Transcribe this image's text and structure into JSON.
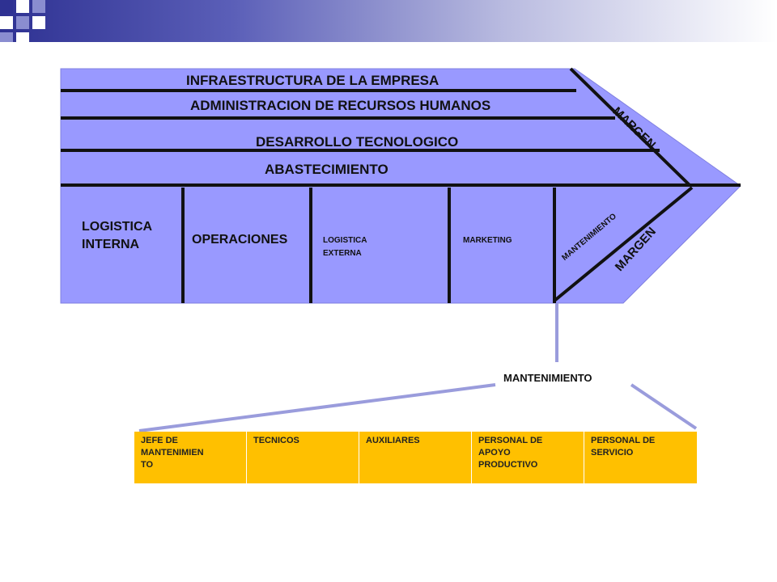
{
  "support_activities": [
    "INFRAESTRUCTURA DE LA EMPRESA",
    "ADMINISTRACION DE RECURSOS HUMANOS",
    "DESARROLLO TECNOLOGICO",
    "ABASTECIMIENTO"
  ],
  "primary_activities": {
    "logistica_interna_line1": "LOGISTICA",
    "logistica_interna_line2": "INTERNA",
    "operaciones": "OPERACIONES",
    "logistica_externa_line1": "LOGISTICA",
    "logistica_externa_line2": "EXTERNA",
    "marketing": "MARKETING",
    "mantenimiento": "MANTENIMIENTO"
  },
  "margin_labels": {
    "top": "MARGEN",
    "bottom": "MARGEN"
  },
  "detail": {
    "title": "MANTENIMIENTO",
    "cells": [
      {
        "lines": [
          "JEFE DE",
          "MANTENIMIEN",
          "TO"
        ]
      },
      {
        "lines": [
          "TECNICOS"
        ]
      },
      {
        "lines": [
          "AUXILIARES"
        ]
      },
      {
        "lines": [
          "PERSONAL DE",
          "APOYO",
          "PRODUCTIVO"
        ]
      },
      {
        "lines": [
          "PERSONAL DE",
          "SERVICIO"
        ]
      }
    ]
  },
  "colors": {
    "chevron_fill": "#9999ff",
    "outline": "#111111",
    "connector": "#9a9cdc",
    "cell_fill": "#ffc000",
    "header_dark": "#2e3192"
  }
}
